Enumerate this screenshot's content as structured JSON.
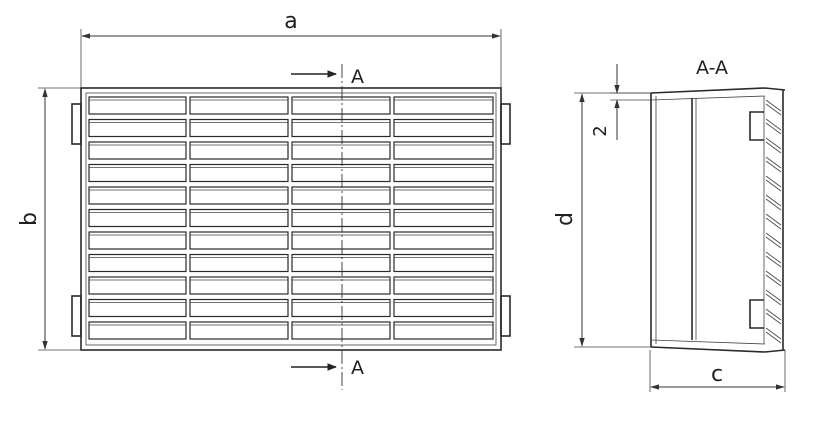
{
  "labels": {
    "width": "a",
    "height": "b",
    "section_depth": "c",
    "section_height": "d",
    "offset": "2",
    "section_marker_top": "A",
    "section_marker_bottom": "A",
    "section_title": "A-A"
  }
}
